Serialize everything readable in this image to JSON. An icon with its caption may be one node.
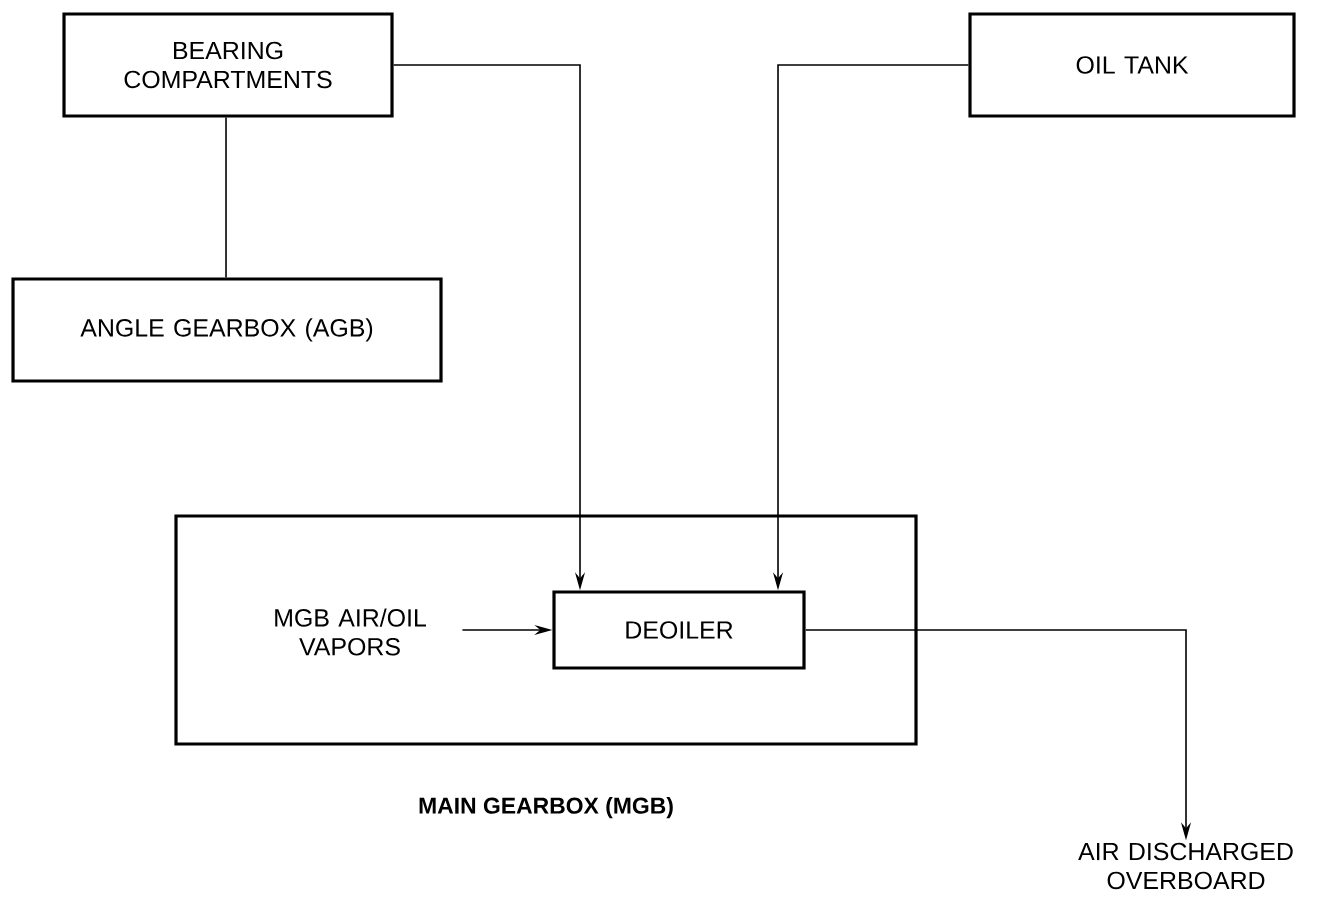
{
  "diagram": {
    "nodes": [
      {
        "text": [
          "BEARING COMPARTMENTS"
        ]
      },
      {
        "text": [
          "ANGLE GEARBOX (AGB)"
        ]
      },
      {
        "text": [
          "OIL TANK"
        ]
      },
      {
        "text": [
          "MAIN GEARBOX (MGB)"
        ]
      },
      {
        "text": [
          "MGB AIR/OIL VAPORS"
        ],
        "in": 3
      },
      {
        "text": [
          "DEOILER"
        ],
        "in": 3
      },
      {
        "text": [
          "AIR DISCHARGED OVERBOARD"
        ]
      }
    ],
    "edges": [
      {
        "from": 0,
        "to": 1,
        "arrow": "none"
      },
      {
        "from": 0,
        "to": 5,
        "arrow": "to"
      },
      {
        "from": 2,
        "to": 5,
        "arrow": "to"
      },
      {
        "from": 4,
        "to": 5,
        "arrow": "to"
      },
      {
        "from": 5,
        "to": 6,
        "arrow": "to"
      }
    ]
  }
}
